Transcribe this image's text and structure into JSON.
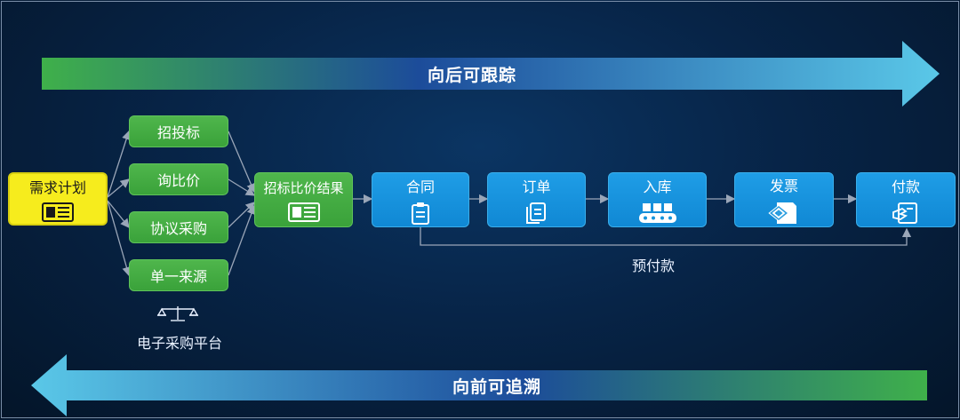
{
  "top_arrow": {
    "label": "向后可跟踪",
    "colors": [
      "#3fb04a",
      "#1c4c9a",
      "#5ac8e8"
    ]
  },
  "bottom_arrow": {
    "label": "向前可追溯",
    "colors": [
      "#5ac8e8",
      "#1c4c9a",
      "#3fb04a"
    ]
  },
  "start": {
    "label": "需求计划",
    "icon": "document-icon"
  },
  "methods": [
    "招投标",
    "询比价",
    "协议采购",
    "单一来源"
  ],
  "platform": {
    "label": "电子采购平台",
    "icon": "scale-icon"
  },
  "result": {
    "label": "招标比价结果",
    "icon": "document-icon"
  },
  "flow": [
    {
      "label": "合同",
      "icon": "clipboard-icon"
    },
    {
      "label": "订单",
      "icon": "pages-icon"
    },
    {
      "label": "入库",
      "icon": "conveyor-icon"
    },
    {
      "label": "发票",
      "icon": "invoice-icon"
    },
    {
      "label": "付款",
      "icon": "payment-icon"
    }
  ],
  "prepayment": {
    "label": "预付款"
  },
  "colors": {
    "green": "#43ac42",
    "blue": "#1594dc",
    "yellow": "#f6ec1d",
    "line": "#9aa6b8"
  }
}
